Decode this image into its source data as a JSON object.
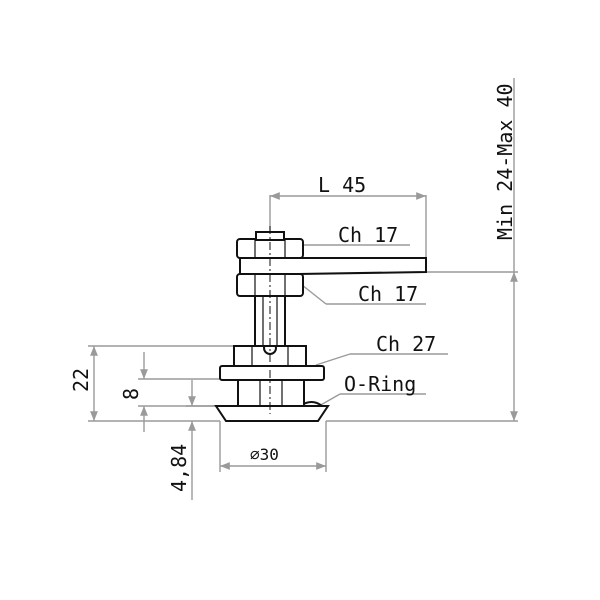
{
  "labels": {
    "length": "L 45",
    "nut_top": "Ch 17",
    "nut_mid": "Ch 17",
    "nut_base": "Ch 27",
    "oring": "O-Ring",
    "height_range": "Min 24-Max 40",
    "height_total": "22",
    "height_nut": "8",
    "lip": "4,84",
    "diameter": "⌀30"
  },
  "colors": {
    "ink": "#111111",
    "dimension_lines": "#9a9a9a",
    "background": "#ffffff"
  }
}
